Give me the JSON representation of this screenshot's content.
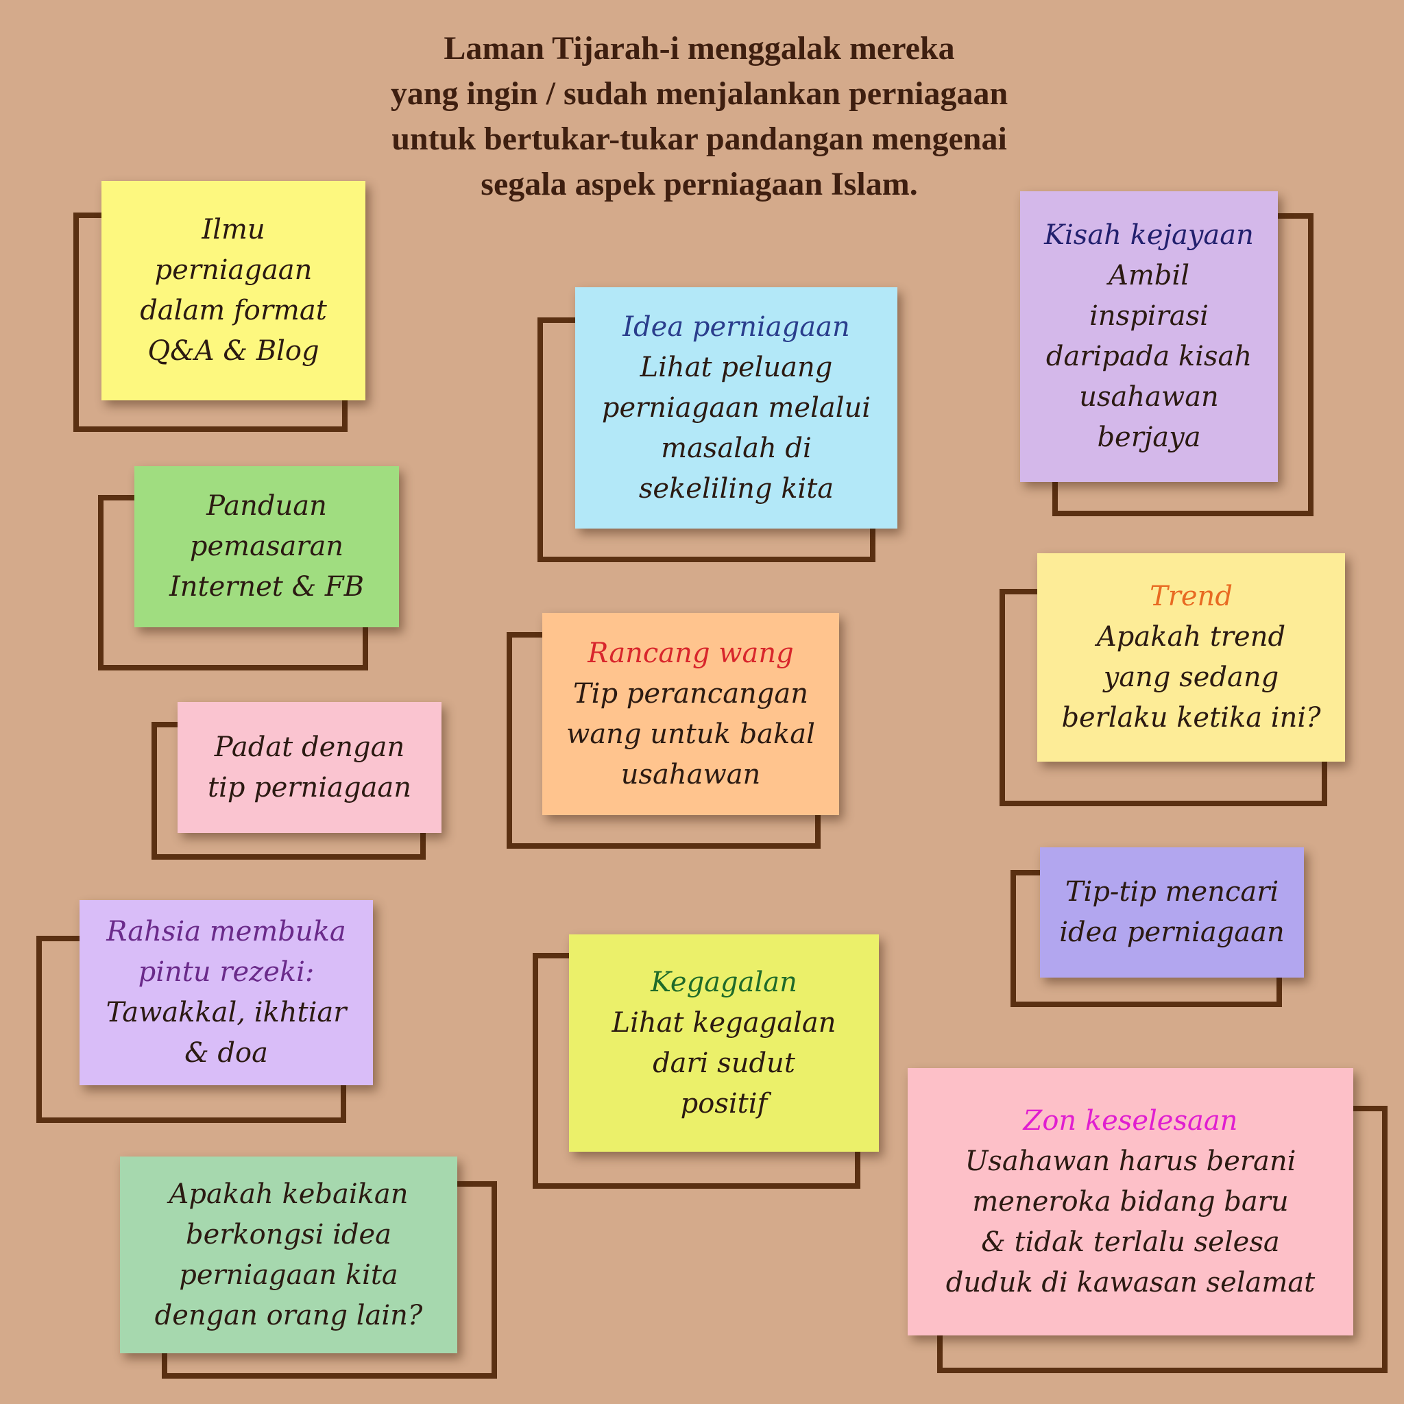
{
  "headline": {
    "lines": [
      "Laman Tijarah-i menggalak mereka",
      "yang ingin / sudah menjalankan perniagaan",
      "untuk bertukar-tukar pandangan mengenai",
      "segala aspek perniagaan Islam."
    ]
  },
  "notes": {
    "ilmu": {
      "body": "Ilmu\nperniagaan\ndalam format\nQ&A & Blog",
      "color": "#fdf87f"
    },
    "panduan": {
      "body": "Panduan\npemasaran\nInternet & FB",
      "color": "#a0dd80"
    },
    "padat": {
      "body": "Padat dengan\ntip perniagaan",
      "color": "#fac4d0"
    },
    "rahsia": {
      "title": "Rahsia membuka\npintu rezeki:",
      "body": "Tawakkal, ikhtiar\n& doa",
      "color": "#d9bdf8",
      "title_color": "#6a2a8a"
    },
    "apakah": {
      "body": "Apakah kebaikan\nberkongsi idea\nperniagaan kita\ndengan orang lain?",
      "color": "#a6d8ae"
    },
    "idea": {
      "title": "Idea perniagaan",
      "body": "Lihat peluang\nperniagaan melalui\nmasalah di\nsekeliling kita",
      "color": "#b3e8f8",
      "title_color": "#2a3d8c"
    },
    "rancang": {
      "title": "Rancang wang",
      "body": "Tip perancangan\nwang untuk bakal\nusahawan",
      "color": "#ffc48e",
      "title_color": "#d8262c"
    },
    "kegagalan": {
      "title": "Kegagalan",
      "body": "Lihat kegagalan\ndari sudut\npositif",
      "color": "#ebf06a",
      "title_color": "#1f6b2a"
    },
    "kisah": {
      "title": "Kisah kejayaan",
      "body": "Ambil\ninspirasi\ndaripada kisah\nusahawan\nberjaya",
      "color": "#d4b8ea",
      "title_color": "#22206e"
    },
    "trend": {
      "title": "Trend",
      "body": "Apakah trend\nyang sedang\nberlaku ketika ini?",
      "color": "#fdec97",
      "title_color": "#e86a22"
    },
    "tiptip": {
      "body": "Tip-tip mencari\nidea perniagaan",
      "color": "#b2a6ef"
    },
    "zon": {
      "title": "Zon keselesaan",
      "body": "Usahawan harus berani\nmeneroka bidang baru\n& tidak terlalu selesa\nduduk di kawasan selamat",
      "color": "#fdc0c8",
      "title_color": "#e01ed0"
    }
  },
  "colors": {
    "background": "#d4aa8b",
    "frame": "#5a3012",
    "headline": "#3e1f10"
  }
}
